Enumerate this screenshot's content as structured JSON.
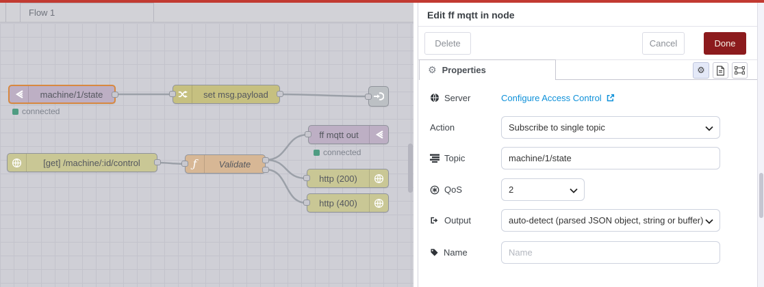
{
  "colors": {
    "topbar_red": "#c23a31",
    "done_red": "#8c1b1d",
    "link_blue": "#0d90d9",
    "selected_orange": "#d8883f",
    "status_green": "#4f9c82"
  },
  "icons": {
    "gear": "⚙",
    "function_glyph": "ƒ"
  },
  "canvas": {
    "tab_label": "Flow 1",
    "nodes": [
      {
        "type": "mqtt-in",
        "label": "machine/1/state",
        "status": "connected",
        "selected": true
      },
      {
        "type": "change",
        "label": "set msg.payload"
      },
      {
        "type": "link-out",
        "label": ""
      },
      {
        "type": "http-in",
        "label": "[get] /machine/:id/control"
      },
      {
        "type": "function",
        "label": "Validate",
        "outputs": 2
      },
      {
        "type": "mqtt-out",
        "label": "ff mqtt out",
        "status": "connected"
      },
      {
        "type": "http-response",
        "label": "http (200)"
      },
      {
        "type": "http-response",
        "label": "http (400)"
      }
    ]
  },
  "panel": {
    "title": "Edit ff mqtt in node",
    "delete_label": "Delete",
    "cancel_label": "Cancel",
    "done_label": "Done",
    "tab_label": "Properties",
    "fields": {
      "server": {
        "label": "Server",
        "link_text": "Configure Access Control"
      },
      "action": {
        "label": "Action",
        "value": "Subscribe to single topic"
      },
      "topic": {
        "label": "Topic",
        "value": "machine/1/state"
      },
      "qos": {
        "label": "QoS",
        "value": "2"
      },
      "output": {
        "label": "Output",
        "value": "auto-detect (parsed JSON object, string or buffer)"
      },
      "name": {
        "label": "Name",
        "placeholder": "Name"
      }
    }
  }
}
